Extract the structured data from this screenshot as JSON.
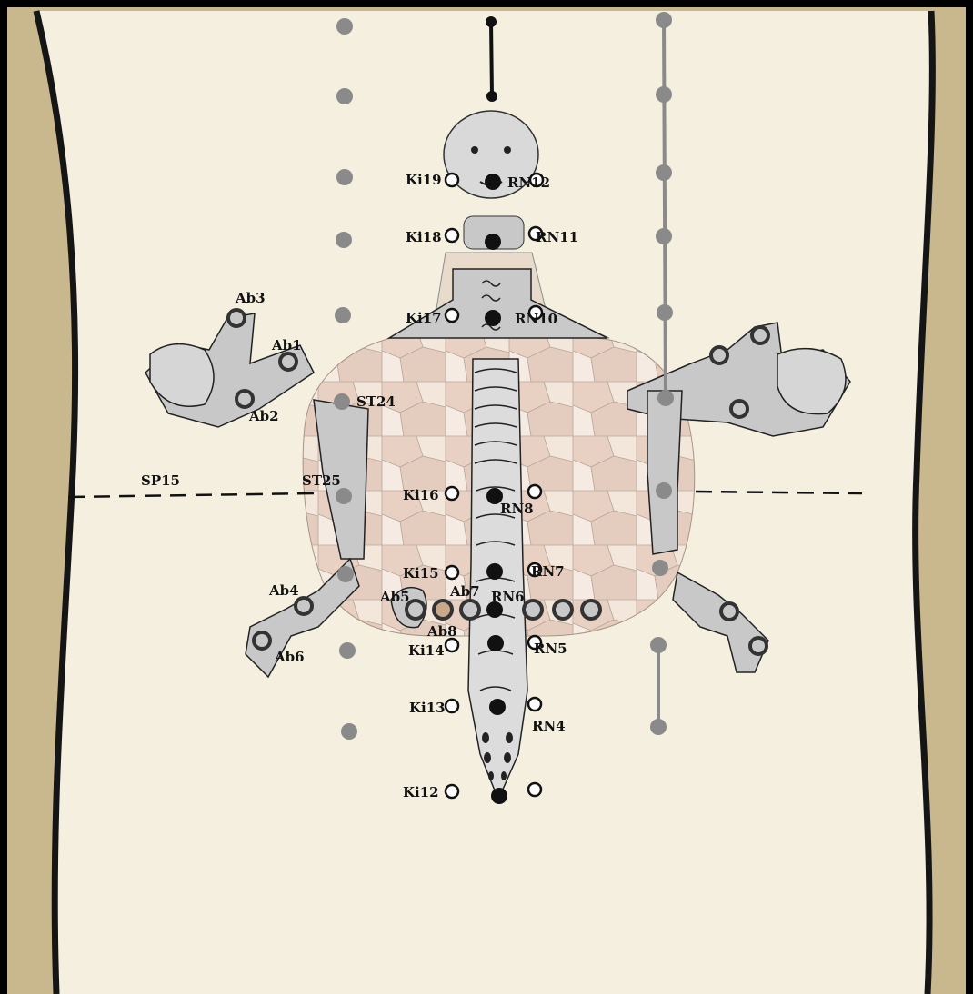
{
  "labels": {
    "ki19": "Ki19",
    "rn12": "RN12",
    "ki18": "Ki18",
    "rn11": "RN11",
    "ki17": "Ki17",
    "rn10": "RN10",
    "ab3": "Ab3",
    "ab1": "Ab1",
    "ab2": "Ab2",
    "st24": "ST24",
    "sp15": "SP15",
    "st25": "ST25",
    "ki16": "Ki16",
    "rn8": "RN8",
    "ki15": "Ki15",
    "rn7": "RN7",
    "ab4": "Ab4",
    "ab5": "Ab5",
    "ab7": "Ab7",
    "rn6": "RN6",
    "ab8": "Ab8",
    "ki14": "Ki14",
    "rn5": "RN5",
    "ab6": "Ab6",
    "ki13": "Ki13",
    "rn4": "RN4",
    "ki12": "Ki12"
  },
  "colors": {
    "paper": "#f4efdf",
    "paper_edge": "#b9a77c",
    "ink": "#111111",
    "grey_point": "#8a8a8a",
    "figure_grey": "#cfcfcf",
    "shell_light": "#f1e4d8",
    "shell_dark": "#d9c2b2"
  }
}
